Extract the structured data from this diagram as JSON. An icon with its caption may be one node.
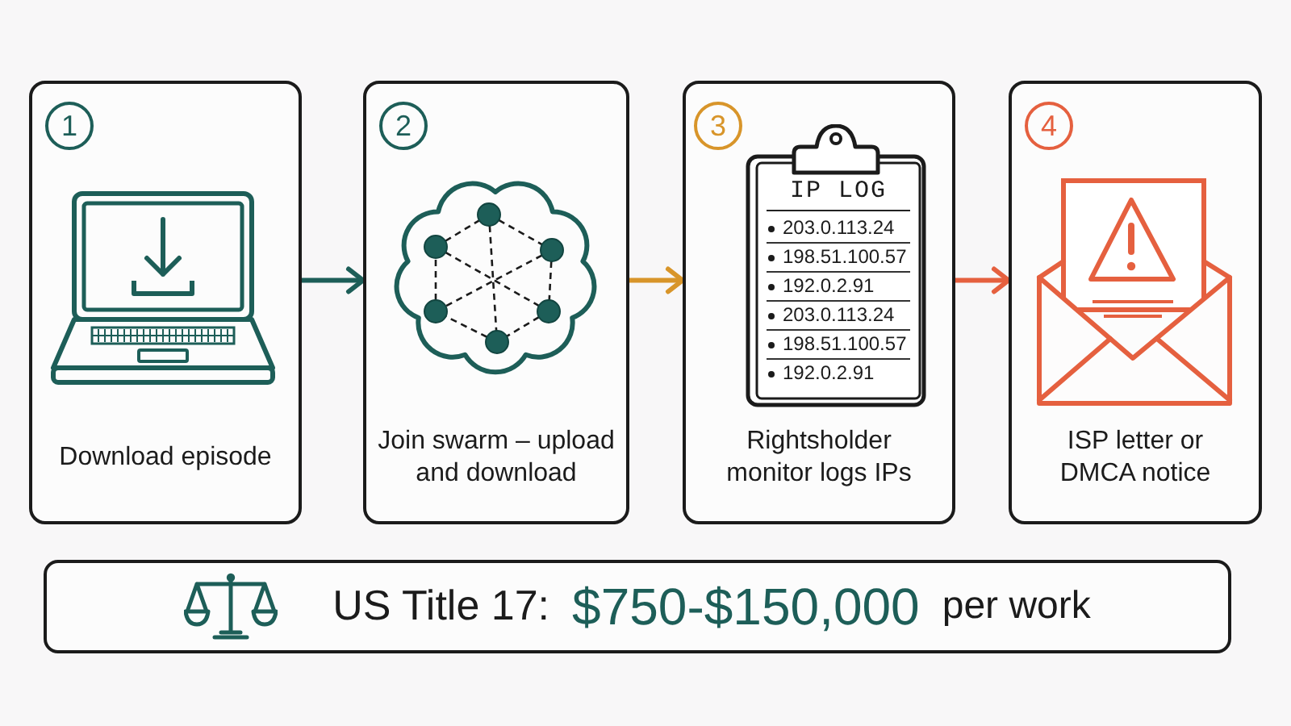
{
  "diagram": {
    "nodes": [
      {
        "text": [
          "Download episode"
        ]
      },
      {
        "text": [
          "1"
        ],
        "in": 0
      },
      {
        "text": [
          "Join swarm – upload and download"
        ]
      },
      {
        "text": [
          "2"
        ],
        "in": 2
      },
      {
        "text": [
          "Rightsholder monitor logs IPs"
        ]
      },
      {
        "text": [
          "3"
        ],
        "in": 4
      },
      {
        "text": [
          "IP LOG",
          "203.0.113.24",
          "198.51.100.57",
          "192.0.2.91",
          "203.0.113.24",
          "198.51.100.57",
          "192.0.2.91"
        ],
        "in": 4
      },
      {
        "text": [
          "ISP letter or DMCA notice"
        ]
      },
      {
        "text": [
          "4"
        ],
        "in": 7
      },
      {
        "text": [
          "US Title 17:",
          "$750-$150,000",
          "per work"
        ]
      }
    ],
    "edges": [
      {
        "from": 0,
        "to": 2,
        "arrow": "to",
        "color": "#1d5e58"
      },
      {
        "from": 2,
        "to": 4,
        "arrow": "to",
        "color": "#d8952a"
      },
      {
        "from": 4,
        "to": 7,
        "arrow": "to",
        "color": "#e5603f"
      }
    ]
  }
}
